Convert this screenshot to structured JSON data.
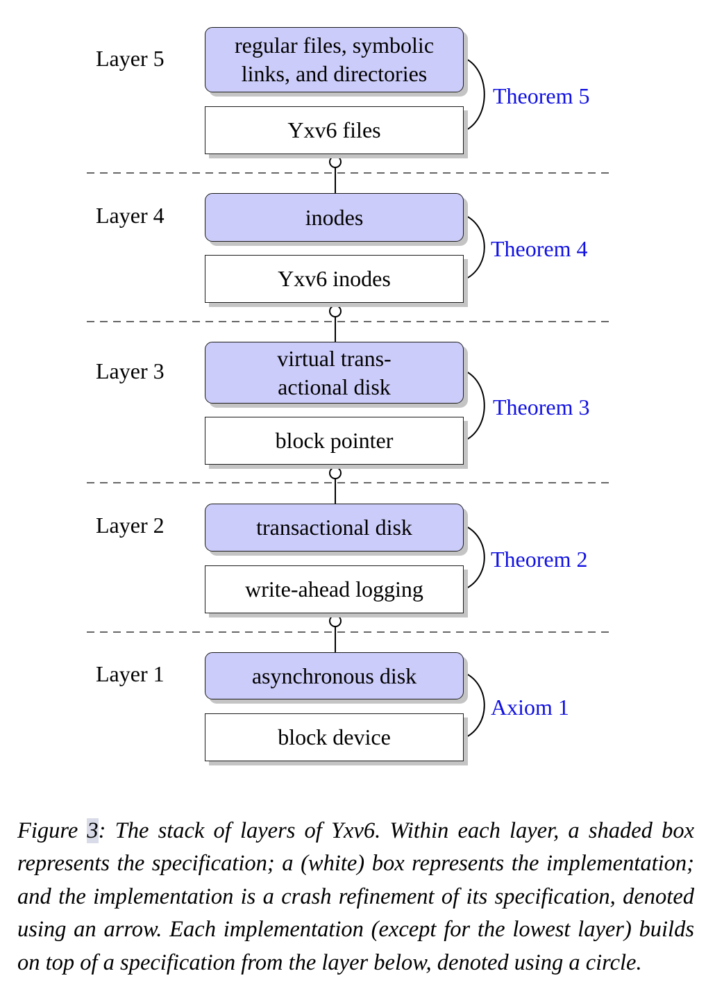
{
  "layers": [
    {
      "label": "Layer 5",
      "spec": [
        "regular files, symbolic",
        "links, and directories"
      ],
      "impl": "Yxv6 files",
      "theorem": "Theorem 5"
    },
    {
      "label": "Layer 4",
      "spec": [
        "inodes"
      ],
      "impl": "Yxv6 inodes",
      "theorem": "Theorem 4"
    },
    {
      "label": "Layer 3",
      "spec": [
        "virtual trans-",
        "actional disk"
      ],
      "impl": "block pointer",
      "theorem": "Theorem 3"
    },
    {
      "label": "Layer 2",
      "spec": [
        "transactional disk"
      ],
      "impl": "write-ahead logging",
      "theorem": "Theorem 2"
    },
    {
      "label": "Layer 1",
      "spec": [
        "asynchronous disk"
      ],
      "impl": "block device",
      "theorem": "Axiom 1"
    }
  ],
  "caption": {
    "prefix": "Figure ",
    "number": "3",
    "text": ": The stack of layers of Yxv6.  Within each layer, a shaded box represents the specification; a (white) box represents the implementation; and the implementation is a crash refinement of its specification, denoted using an arrow.  Each implementation (except for the lowest layer) builds on top of a specification from the layer below, denoted using a circle."
  },
  "colors": {
    "spec_fill": "#ccccfa",
    "theorem_text": "#1010e0",
    "shadow": "#c4c4c4"
  }
}
